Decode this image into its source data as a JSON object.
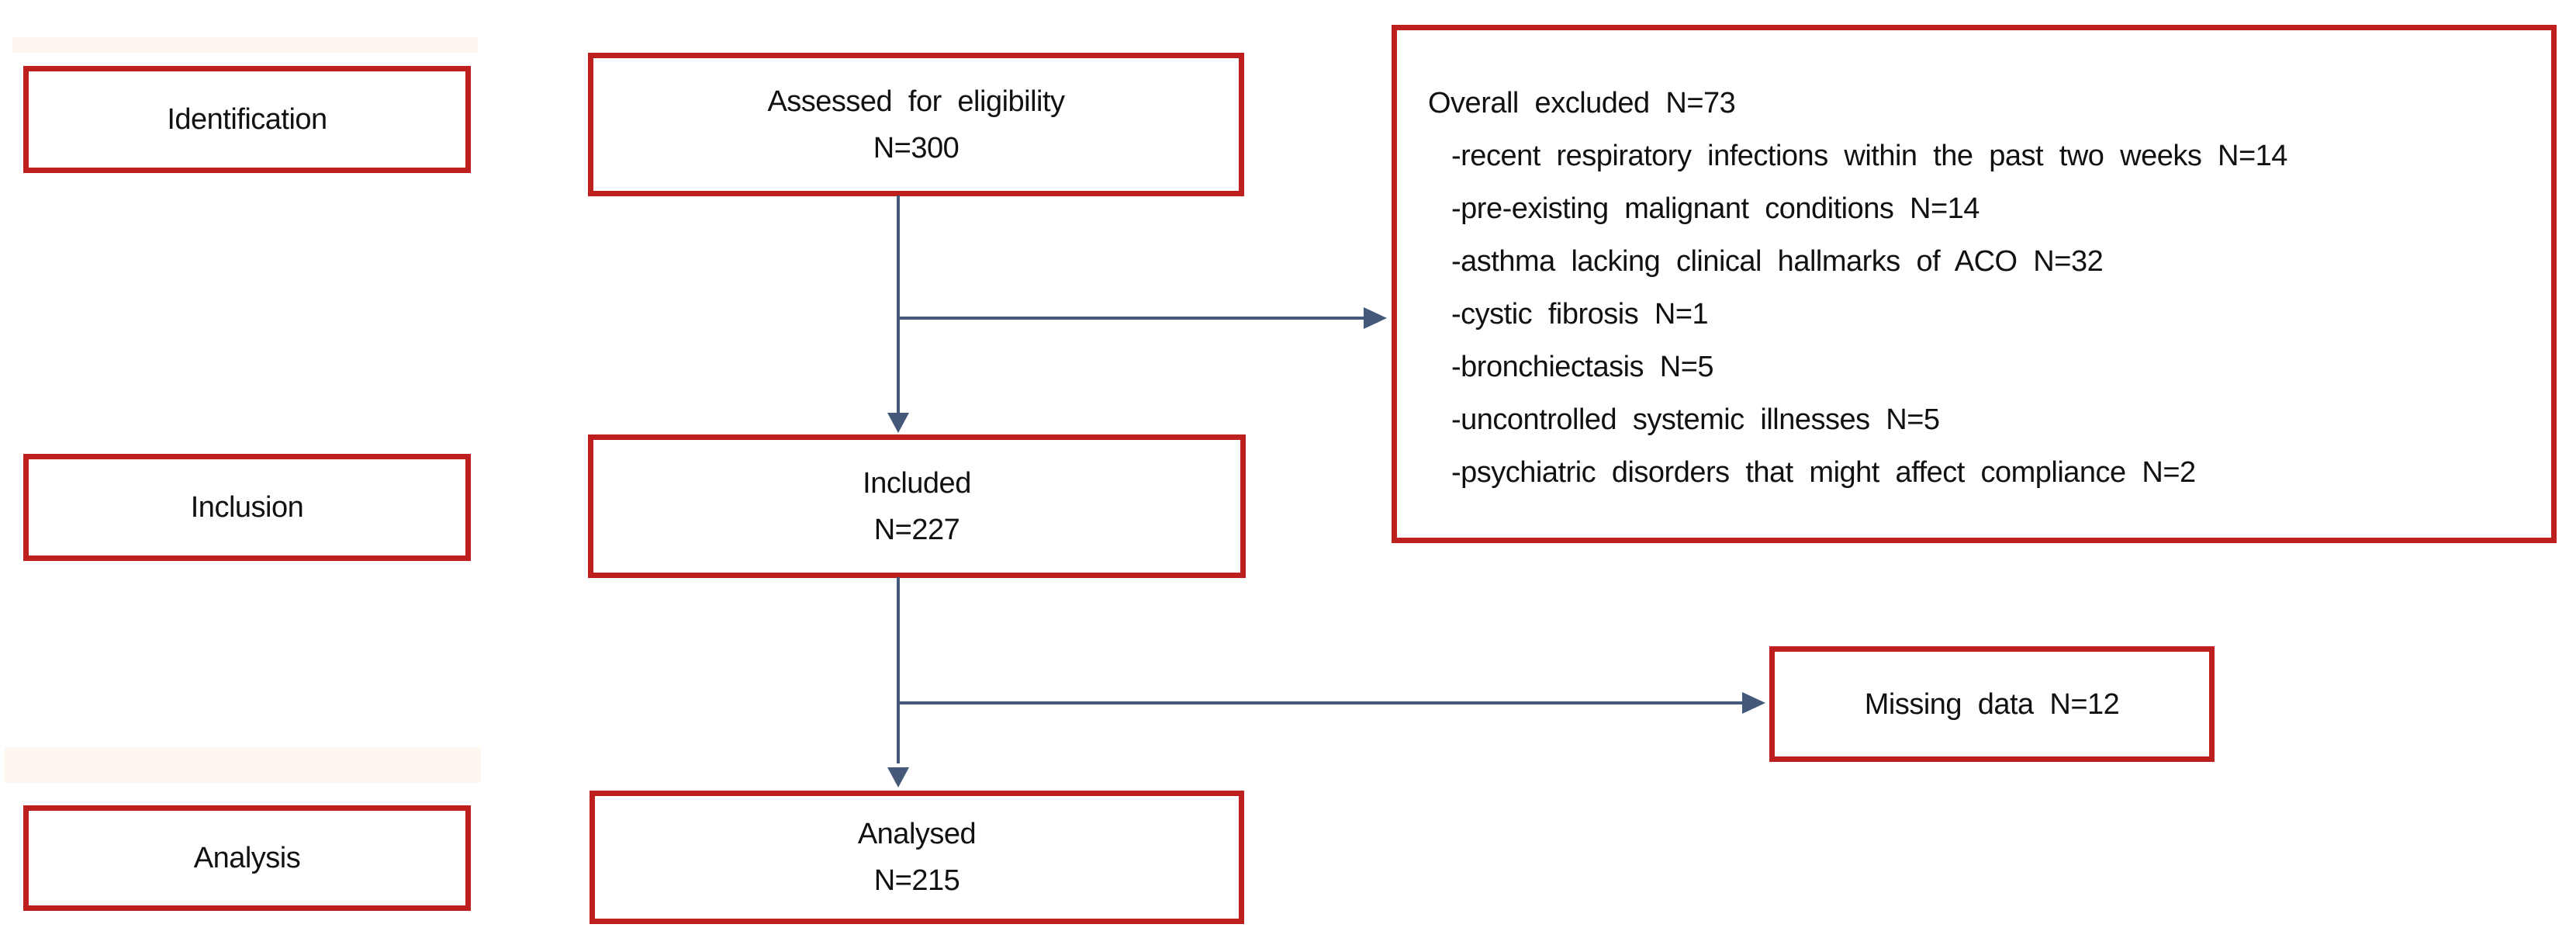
{
  "stages": {
    "identification": "Identification",
    "inclusion": "Inclusion",
    "analysis": "Analysis"
  },
  "flow": {
    "assessed": {
      "line1": "Assessed for eligibility",
      "line2": "N=300"
    },
    "included": {
      "line1": "Included",
      "line2": "N=227"
    },
    "analysed": {
      "line1": "Analysed",
      "line2": "N=215"
    }
  },
  "exclusion": {
    "header": "Overall excluded N=73",
    "items": [
      "-recent respiratory infections within the past two weeks N=14",
      "-pre-existing malignant conditions N=14",
      "-asthma lacking clinical hallmarks of ACO N=32",
      "-cystic fibrosis N=1",
      "-bronchiectasis N=5",
      "-uncontrolled systemic illnesses N=5",
      "-psychiatric disorders that might affect compliance N=2"
    ]
  },
  "missing": {
    "label": "Missing data N=12"
  },
  "colors": {
    "box_border": "#bd1e1e",
    "arrow": "#44597a",
    "highlight_band": "#fdf7ef",
    "text": "#111111"
  }
}
